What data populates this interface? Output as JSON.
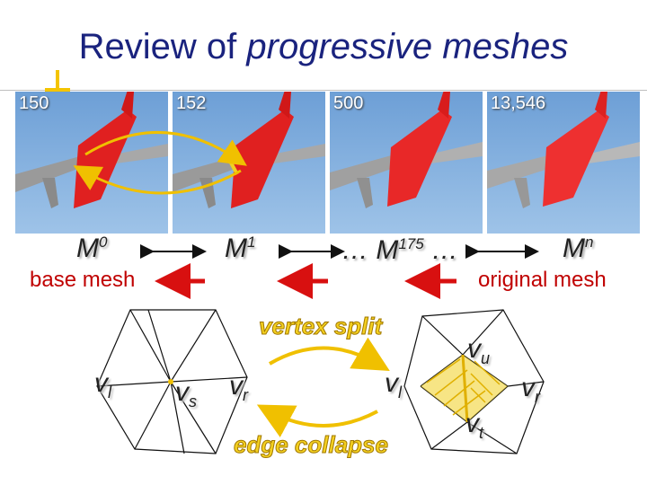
{
  "title": {
    "main": "Review of ",
    "italic": "progressive meshes"
  },
  "panels": [
    {
      "count": "150"
    },
    {
      "count": "152"
    },
    {
      "count": "500"
    },
    {
      "count": "13,546"
    }
  ],
  "meshes": {
    "m0": {
      "base": "M",
      "sup": "0"
    },
    "m1": {
      "base": "M",
      "sup": "1"
    },
    "m175": {
      "prefix": "… ",
      "base": "M",
      "sup": "175",
      "suffix": " …"
    },
    "mn": {
      "base": "M",
      "sup": "n"
    }
  },
  "labels": {
    "base_mesh": "base mesh",
    "original_mesh": "original mesh",
    "vertex_split": "vertex split",
    "edge_collapse": "edge collapse"
  },
  "vertices": {
    "vl_left": {
      "base": "v",
      "sub": "l"
    },
    "vs": {
      "base": "v",
      "sub": "s"
    },
    "vr_left": {
      "base": "v",
      "sub": "r"
    },
    "vl_right": {
      "base": "v",
      "sub": "l"
    },
    "vu": {
      "base": "v",
      "sub": "u"
    },
    "vr_right": {
      "base": "v",
      "sub": "r"
    },
    "vt": {
      "base": "v",
      "sub": "t"
    }
  },
  "colors": {
    "arrow_red": "#d81010",
    "highlight_yellow": "#f0d020",
    "sky": "#8db8e4"
  }
}
